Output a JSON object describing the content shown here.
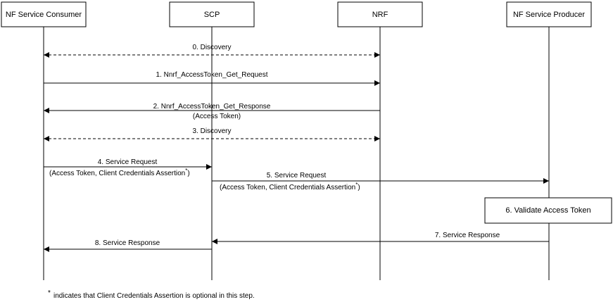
{
  "participants": {
    "consumer": "NF Service Consumer",
    "scp": "SCP",
    "nrf": "NRF",
    "producer": "NF Service Producer"
  },
  "messages": {
    "m0": {
      "label": "0. Discovery"
    },
    "m1": {
      "label": "1. Nnrf_AccessToken_Get_Request"
    },
    "m2": {
      "label": "2. Nnrf_AccessToken_Get_Response",
      "sub": "(Access Token)"
    },
    "m3": {
      "label": "3. Discovery"
    },
    "m4": {
      "label": "4. Service Request",
      "sub": "(Access Token, Client Credentials Assertion",
      "star": "*",
      "close": ")"
    },
    "m5": {
      "label": "5. Service Request",
      "sub": "(Access Token, Client Credentials Assertion",
      "star": "*",
      "close": ")"
    },
    "m6": {
      "label": "6. Validate Access Token"
    },
    "m7": {
      "label": "7. Service Response"
    },
    "m8": {
      "label": "8. Service Response"
    }
  },
  "footnote": {
    "star": "*",
    "text": "indicates that Client Credentials Assertion is optional in this step."
  }
}
